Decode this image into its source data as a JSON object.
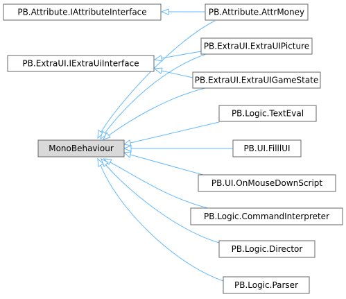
{
  "nodes": {
    "iattribute_interface": "PB.Attribute.IAttributeInterface",
    "iextraui_interface": "PB.ExtraUI.IExtraUiInterface",
    "monobehaviour": "MonoBehaviour",
    "attr_money": "PB.Attribute.AttrMoney",
    "extraui_picture": "PB.ExtraUI.ExtraUIPicture",
    "extraui_gamestate": "PB.ExtraUI.ExtraUIGameState",
    "text_eval": "PB.Logic.TextEval",
    "filll_ui": "PB.UI.FilllUI",
    "on_mouse_down_script": "PB.UI.OnMouseDownScript",
    "command_interpreter": "PB.Logic.CommandInterpreter",
    "director": "PB.Logic.Director",
    "parser": "PB.Logic.Parser"
  },
  "colors": {
    "edge": "#63b8ff",
    "node_border": "#666666",
    "base_fill": "#d9d9d9"
  }
}
